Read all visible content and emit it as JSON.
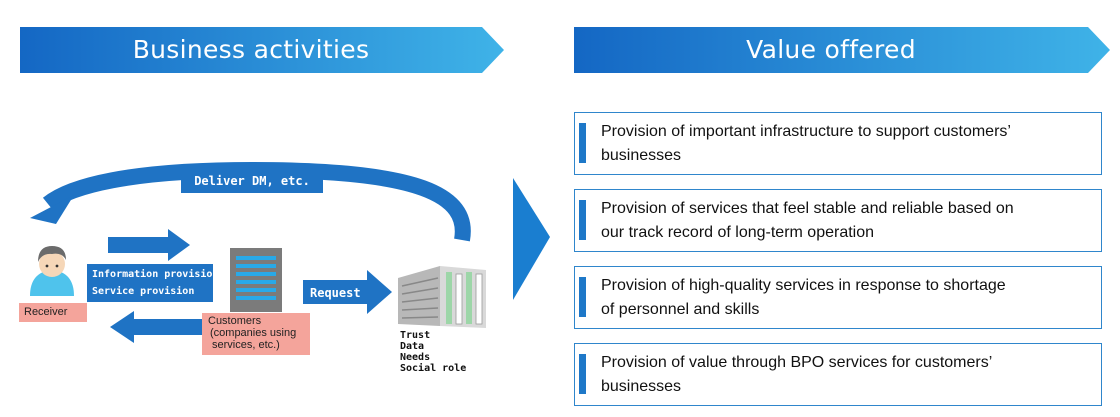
{
  "colors": {
    "banner_start": "#1467c4",
    "banner_end": "#3fb3e8",
    "arrow_blue": "#1f73c4",
    "tag_salmon": "#f4a49b",
    "box_border": "#2f86cc"
  },
  "banners": {
    "left_title": "Business activities",
    "right_title": "Value offered"
  },
  "diagram": {
    "deliver_label": "Deliver DM, etc.",
    "info_line1": "Information provision",
    "info_line2": "Service provision",
    "request_label": "Request",
    "receiver_label": "Receiver",
    "customers_line1": "Customers",
    "customers_line2": "(companies using",
    "customers_line3": "services, etc.)",
    "trust_items": [
      "Trust",
      "Data",
      "Needs",
      "Social role"
    ],
    "icons": [
      "person-icon",
      "office-building-icon",
      "data-center-icon"
    ]
  },
  "values": [
    {
      "line1": "Provision of important infrastructure to support customers’",
      "line2": "businesses"
    },
    {
      "line1": "Provision of services that feel stable and reliable based on",
      "line2": "our track record of long-term operation"
    },
    {
      "line1": "Provision of high-quality services in response to shortage",
      "line2": "of personnel and skills"
    },
    {
      "line1": "Provision of value through BPO services for customers’",
      "line2": "businesses"
    }
  ]
}
